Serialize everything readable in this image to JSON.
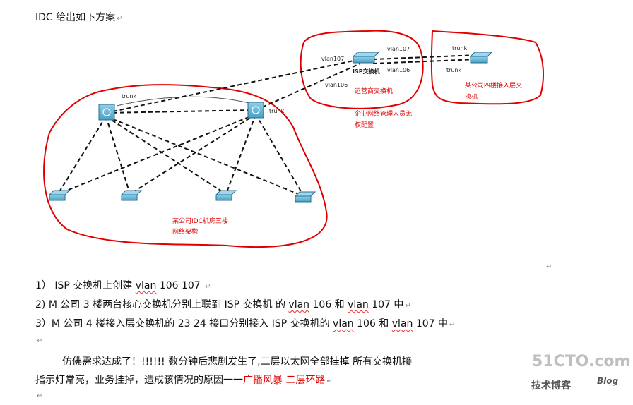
{
  "title": "IDC  给出如下方案",
  "diagram": {
    "labels": {
      "trunk_core": "trunk",
      "trunk_core2": "trunk",
      "vlan107_left": "vlan107",
      "vlan106_left": "vlan106",
      "vlan107_right": "vlan107",
      "vlan106_right": "vlan106",
      "trunk_right_top": "trunk",
      "trunk_right_bottom": "trunk",
      "isp_switch": "ISP交换机",
      "operator_switch": "运营商交换机",
      "no_permission_1": "企业网络管理人员无",
      "no_permission_2": "权配置",
      "fourth_floor_1": "某公司四楼接入层交",
      "fourth_floor_2": "换机",
      "idc_floor_1": "某公司IDC机房三楼",
      "idc_floor_2": "网络架构"
    }
  },
  "steps": [
    {
      "num": "1）",
      "parts": [
        {
          "t": " ISP 交换机上创建  "
        },
        {
          "t": "vlan",
          "u": true
        },
        {
          "t": " 106 107 "
        }
      ]
    },
    {
      "num": "2)",
      "parts": [
        {
          "t": "  M 公司 3 楼两台核心交换机分别上联到 ISP 交换机  的  "
        },
        {
          "t": "vlan",
          "u": true
        },
        {
          "t": " 106  和  "
        },
        {
          "t": "vlan",
          "u": true
        },
        {
          "t": " 107  中"
        }
      ]
    },
    {
      "num": "3）",
      "parts": [
        {
          "t": "M 公司 4 楼接入层交换机的  23 24  接口分别接入  ISP 交换机的  "
        },
        {
          "t": "vlan",
          "u": true
        },
        {
          "t": " 106  和  "
        },
        {
          "t": "vlan",
          "u": true
        },
        {
          "t": " 107  中"
        }
      ]
    }
  ],
  "paragraph": {
    "line1": "仿佛需求达成了！!!!!!!   数分钟后悲剧发生了,二层以太网全部挂掉  所有交换机接",
    "line2_prefix": "指示灯常亮，业务挂掉，造成该情况的原因一一",
    "line2_red": "广播风暴  二层环路"
  },
  "watermark": {
    "site": "51CTO.com",
    "sub": "技术博客",
    "blog": "Blog"
  },
  "colors": {
    "red_annotation": "#e00000",
    "switch_blue": "#3f8fb3",
    "paragraph_red": "#e00000"
  }
}
